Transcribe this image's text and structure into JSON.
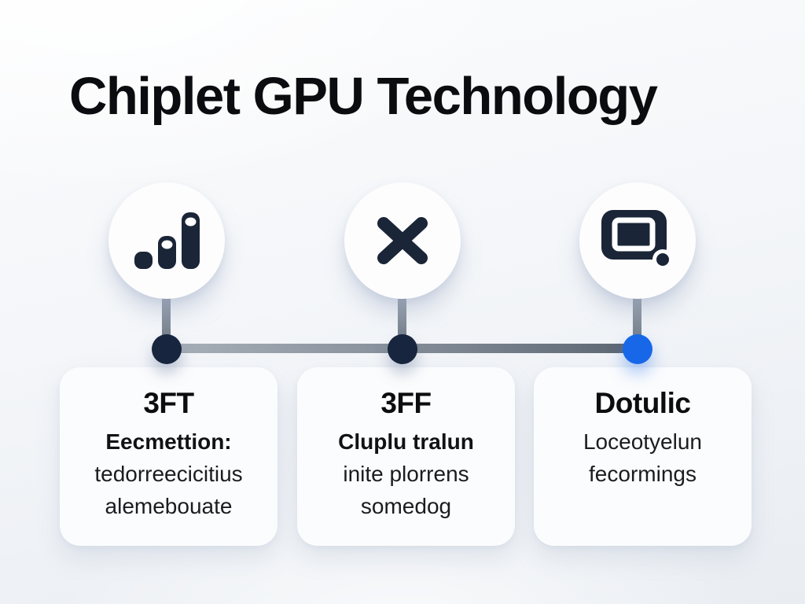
{
  "title": "Chiplet GPU Technology",
  "colors": {
    "icon_navy": "#1a2537",
    "dot_navy": "#18253e",
    "dot_blue": "#1767e8",
    "connector_gray": "#8b949f",
    "card_bg": "#fbfcfd"
  },
  "timeline": {
    "nodes": [
      {
        "icon": "bar-chart-icon",
        "dot": "navy"
      },
      {
        "icon": "x-mark-icon",
        "dot": "navy"
      },
      {
        "icon": "monitor-icon",
        "dot": "blue"
      }
    ]
  },
  "cards": [
    {
      "title": "3FT",
      "lines": [
        {
          "text": "Eecmettion:",
          "bold": true
        },
        {
          "text": "tedorreecicitius",
          "bold": false
        },
        {
          "text": "alemebouate",
          "bold": false
        }
      ]
    },
    {
      "title": "3FF",
      "lines": [
        {
          "text": "Cluplu tralun",
          "bold": true
        },
        {
          "text": "inite plorrens",
          "bold": false
        },
        {
          "text": "somedog",
          "bold": false
        }
      ]
    },
    {
      "title": "Dotulic",
      "lines": [
        {
          "text": "Loceotyelun",
          "bold": false
        },
        {
          "text": "fecormings",
          "bold": false
        }
      ]
    }
  ]
}
